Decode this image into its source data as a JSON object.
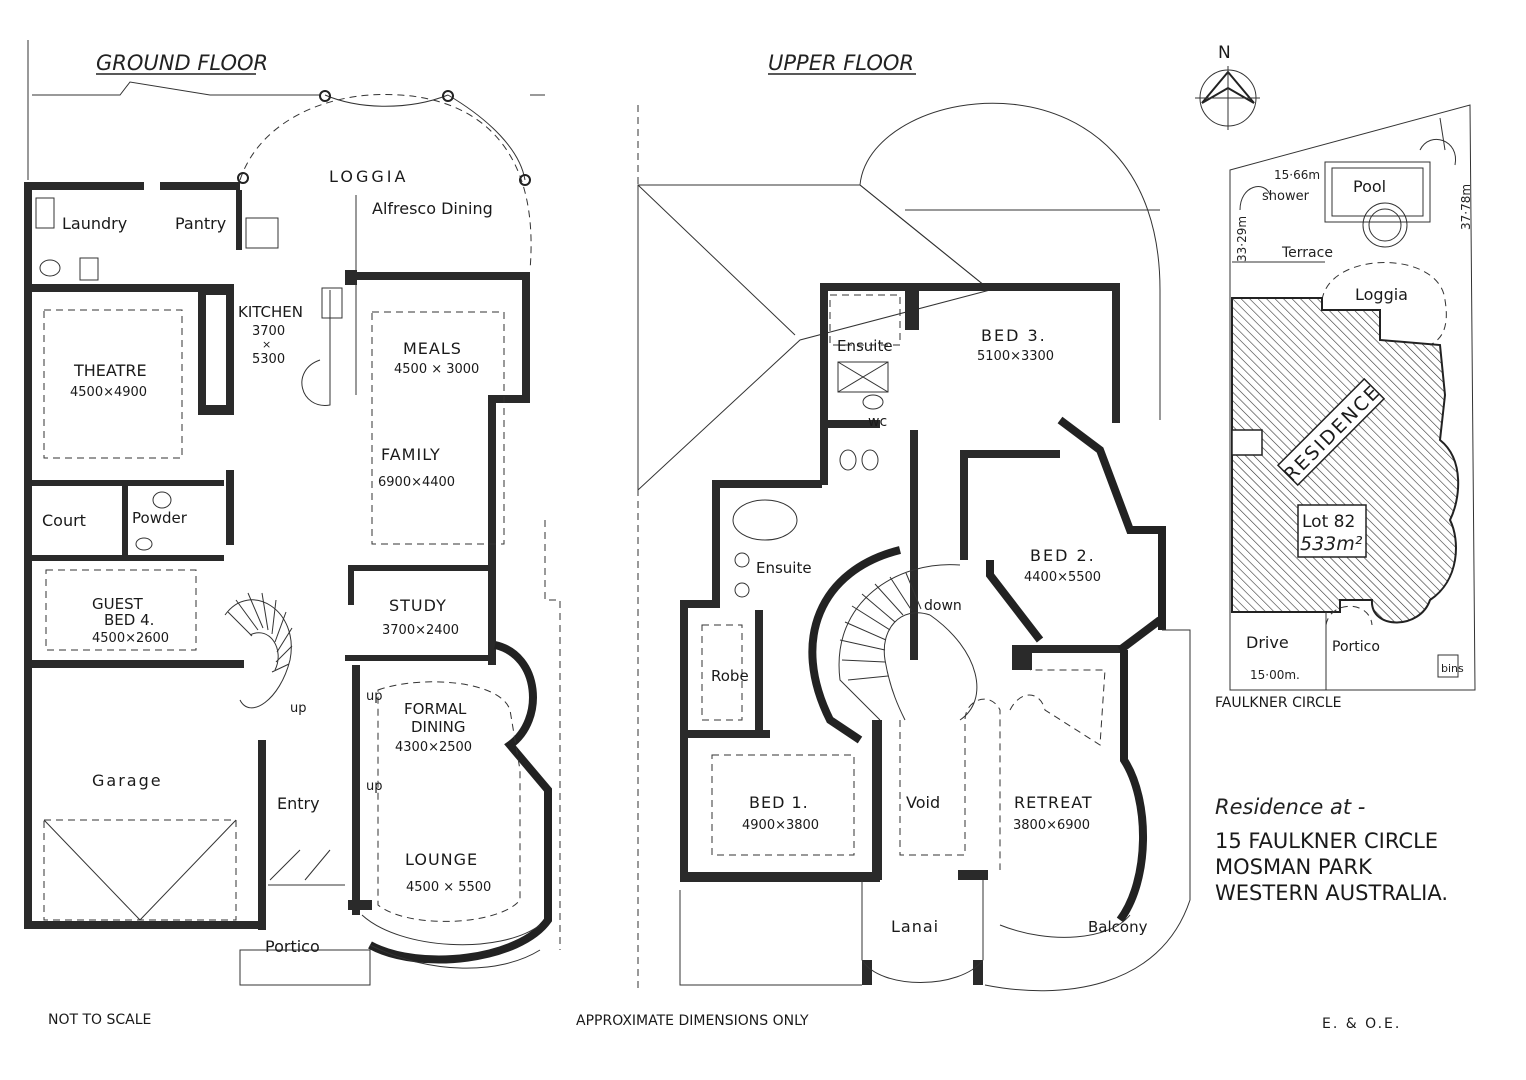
{
  "ground_floor": {
    "heading": "GROUND FLOOR",
    "rooms": {
      "loggia": "LOGGIA",
      "alfresco": "Alfresco Dining",
      "laundry": "Laundry",
      "pantry": "Pantry",
      "kitchen": "KITCHEN",
      "kitchen_w": "3700",
      "kitchen_x": "×",
      "kitchen_d": "5300",
      "meals": "MEALS",
      "meals_dim": "4500 × 3000",
      "theatre": "THEATRE",
      "theatre_dim": "4500×4900",
      "family": "FAMILY",
      "family_dim": "6900×4400",
      "court": "Court",
      "powder": "Powder",
      "guest": "GUEST",
      "bed4": "BED 4.",
      "guest_dim": "4500×2600",
      "study": "STUDY",
      "study_dim": "3700×2400",
      "formal": "FORMAL",
      "dining": "DINING",
      "formal_dim": "4300×2500",
      "up1": "up",
      "up2": "up",
      "up3": "up",
      "garage": "Garage",
      "entry": "Entry",
      "lounge": "LOUNGE",
      "lounge_dim": "4500 × 5500",
      "portico": "Portico"
    }
  },
  "upper_floor": {
    "heading": "UPPER FLOOR",
    "rooms": {
      "ensuite1": "Ensuite",
      "wc": "wc",
      "bed3": "BED 3.",
      "bed3_dim": "5100×3300",
      "ensuite2": "Ensuite",
      "bed2": "BED 2.",
      "bed2_dim": "4400×5500",
      "down": "down",
      "robe": "Robe",
      "bed1": "BED 1.",
      "bed1_dim": "4900×3800",
      "void": "Void",
      "retreat": "RETREAT",
      "retreat_dim": "3800×6900",
      "lanai": "Lanai",
      "balcony": "Balcony"
    }
  },
  "site_plan": {
    "north": "N",
    "width_top": "15·66m",
    "shower": "shower",
    "pool": "Pool",
    "left_depth": "33·29m",
    "right_depth": "37·78m",
    "terrace": "Terrace",
    "loggia": "Loggia",
    "residence": "RESIDENCE",
    "lot": "Lot 82",
    "area": "533m²",
    "drive": "Drive",
    "portico": "Portico",
    "bins": "bins",
    "frontage": "15·00m.",
    "street": "FAULKNER CIRCLE"
  },
  "address": {
    "intro": "Residence at -",
    "line1": "15 FAULKNER CIRCLE",
    "line2": "MOSMAN PARK",
    "line3": "WESTERN AUSTRALIA."
  },
  "footer": {
    "not_to_scale": "NOT TO SCALE",
    "approx": "APPROXIMATE DIMENSIONS ONLY",
    "eoe": "E. & O.E."
  }
}
